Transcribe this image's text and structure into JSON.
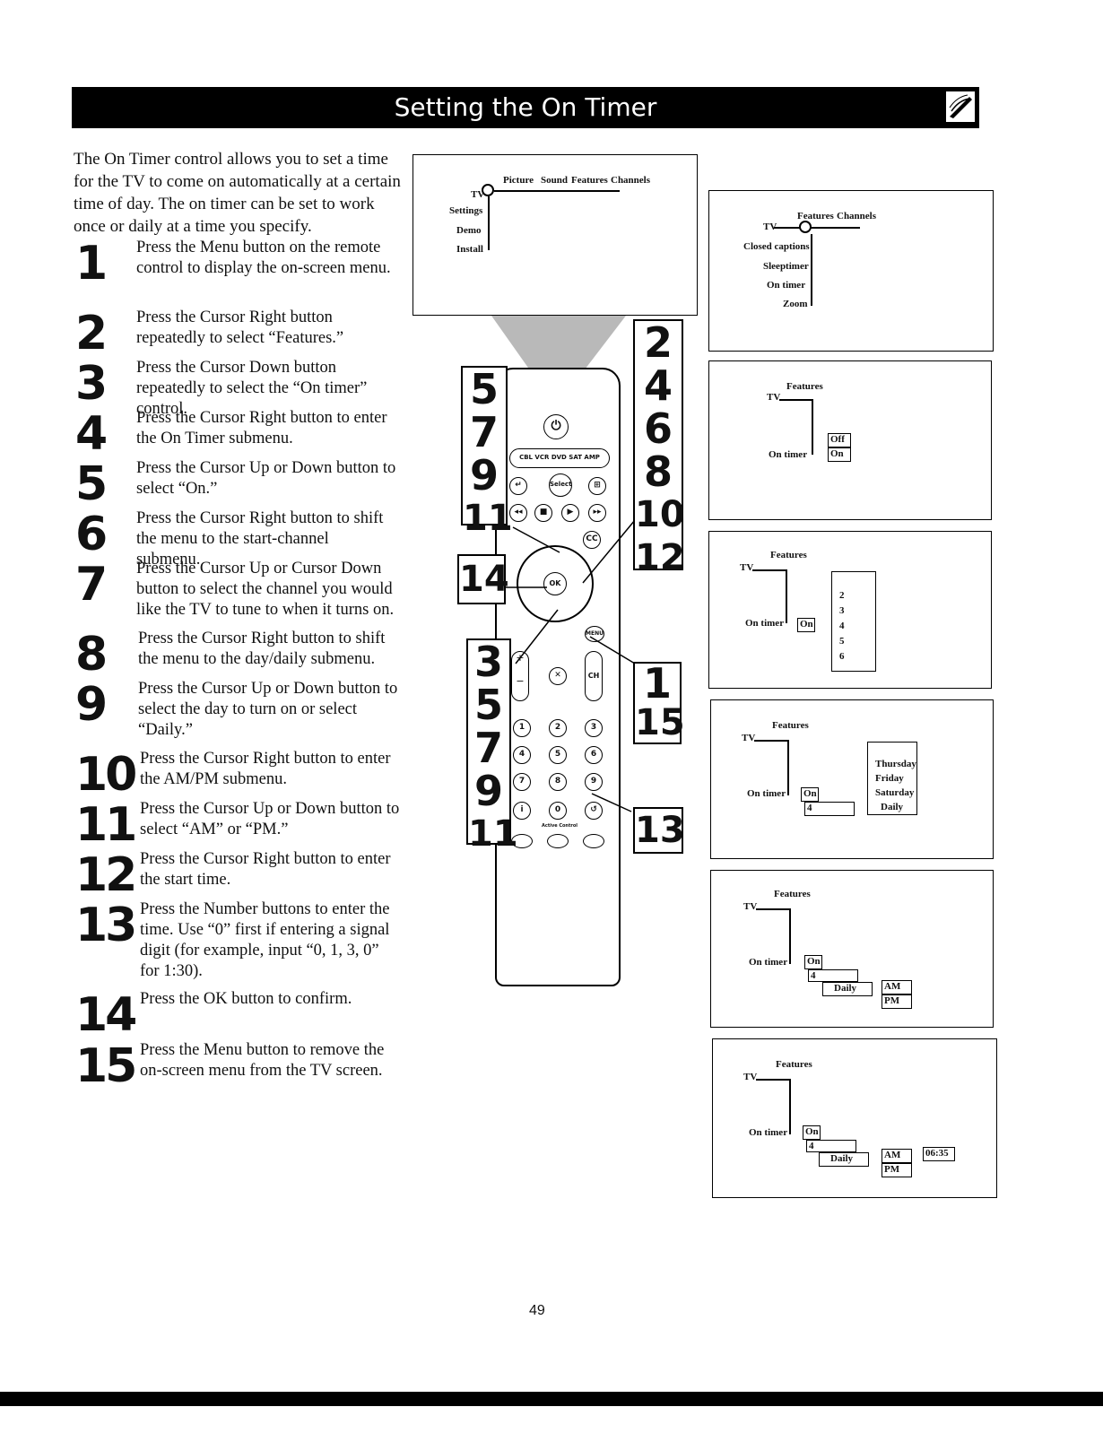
{
  "header": {
    "title": "Setting the On Timer",
    "icon": "remote-control-icon"
  },
  "intro": "The On Timer control allows you to set a time for the TV to come on automatically at a certain time of day. The on timer can be set to work once or daily at a time you specify.",
  "steps": [
    {
      "num": "1",
      "text": "Press the Menu button on the remote control to display the on-screen menu."
    },
    {
      "num": "2",
      "text": "Press the Cursor Right button repeatedly to select “Features.”"
    },
    {
      "num": "3",
      "text": "Press the Cursor Down button repeatedly to select the “On timer” control."
    },
    {
      "num": "4",
      "text": "Press the Cursor Right button to enter the On Timer submenu."
    },
    {
      "num": "5",
      "text": "Press the Cursor Up or Down button to select “On.”"
    },
    {
      "num": "6",
      "text": "Press the Cursor Right button to shift the menu to the start-channel submenu."
    },
    {
      "num": "7",
      "text": "Press the Cursor Up or Cursor Down button to select the channel you would like the TV to tune to when it turns on."
    },
    {
      "num": "8",
      "text": "Press the Cursor Right button to shift the menu to the day/daily submenu."
    },
    {
      "num": "9",
      "text": "Press the Cursor Up or Down button to select the day to turn on or select “Daily.”"
    },
    {
      "num": "10",
      "text": "Press the Cursor Right button to enter the AM/PM submenu."
    },
    {
      "num": "11",
      "text": "Press the Cursor Up or Down button to select “AM” or “PM.”"
    },
    {
      "num": "12",
      "text": "Press the Cursor Right button to enter the start time."
    },
    {
      "num": "13",
      "text": "Press the Number buttons to enter the time. Use “0” first if entering a signal digit (for example, input “0, 1, 3, 0” for 1:30)."
    },
    {
      "num": "14",
      "text": "Press the OK button to confirm."
    },
    {
      "num": "15",
      "text": "Press the Menu button to remove the on-screen menu from the TV screen."
    }
  ],
  "main_menu": {
    "tv": "TV",
    "top": [
      "Picture",
      "Sound",
      "Features",
      "Channels"
    ],
    "side": [
      "Settings",
      "Demo",
      "Install"
    ]
  },
  "features_menu": {
    "tv": "TV",
    "top": [
      "Features",
      "Channels"
    ],
    "side": [
      "Closed captions",
      "Sleeptimer",
      "On timer",
      "Zoom"
    ]
  },
  "diagram_common": {
    "tv": "TV",
    "features": "Features",
    "on_timer": "On timer"
  },
  "onoff_menu": {
    "off": "Off",
    "on": "On"
  },
  "channel_menu": {
    "on": "On",
    "channels": [
      "2",
      "3",
      "4",
      "5",
      "6"
    ]
  },
  "day_menu": {
    "on": "On",
    "channel": "4",
    "days": [
      "Thursday",
      "Friday",
      "Saturday",
      "Daily"
    ]
  },
  "ampm_menu": {
    "on": "On",
    "channel": "4",
    "day": "Daily",
    "am": "AM",
    "pm": "PM"
  },
  "time_menu": {
    "on": "On",
    "channel": "4",
    "day": "Daily",
    "am": "AM",
    "pm": "PM",
    "time": "06:35"
  },
  "remote": {
    "sources": "CBL VCR DVD SAT AMP",
    "ok": "OK",
    "ch": "CH",
    "cc": "CC",
    "menu": "MENU",
    "select": "Select",
    "active_control": "Active Control",
    "numbers": [
      "1",
      "2",
      "3",
      "4",
      "5",
      "6",
      "7",
      "8",
      "9",
      "0"
    ]
  },
  "callouts": {
    "left_top": [
      "5",
      "7",
      "9",
      "11"
    ],
    "right_top": [
      "2",
      "4",
      "6",
      "8",
      "10",
      "12"
    ],
    "ok": "14",
    "left_bottom": [
      "3",
      "5",
      "7",
      "9",
      "11"
    ],
    "menu": [
      "1",
      "15"
    ],
    "numbers": "13"
  },
  "page_number": "49"
}
